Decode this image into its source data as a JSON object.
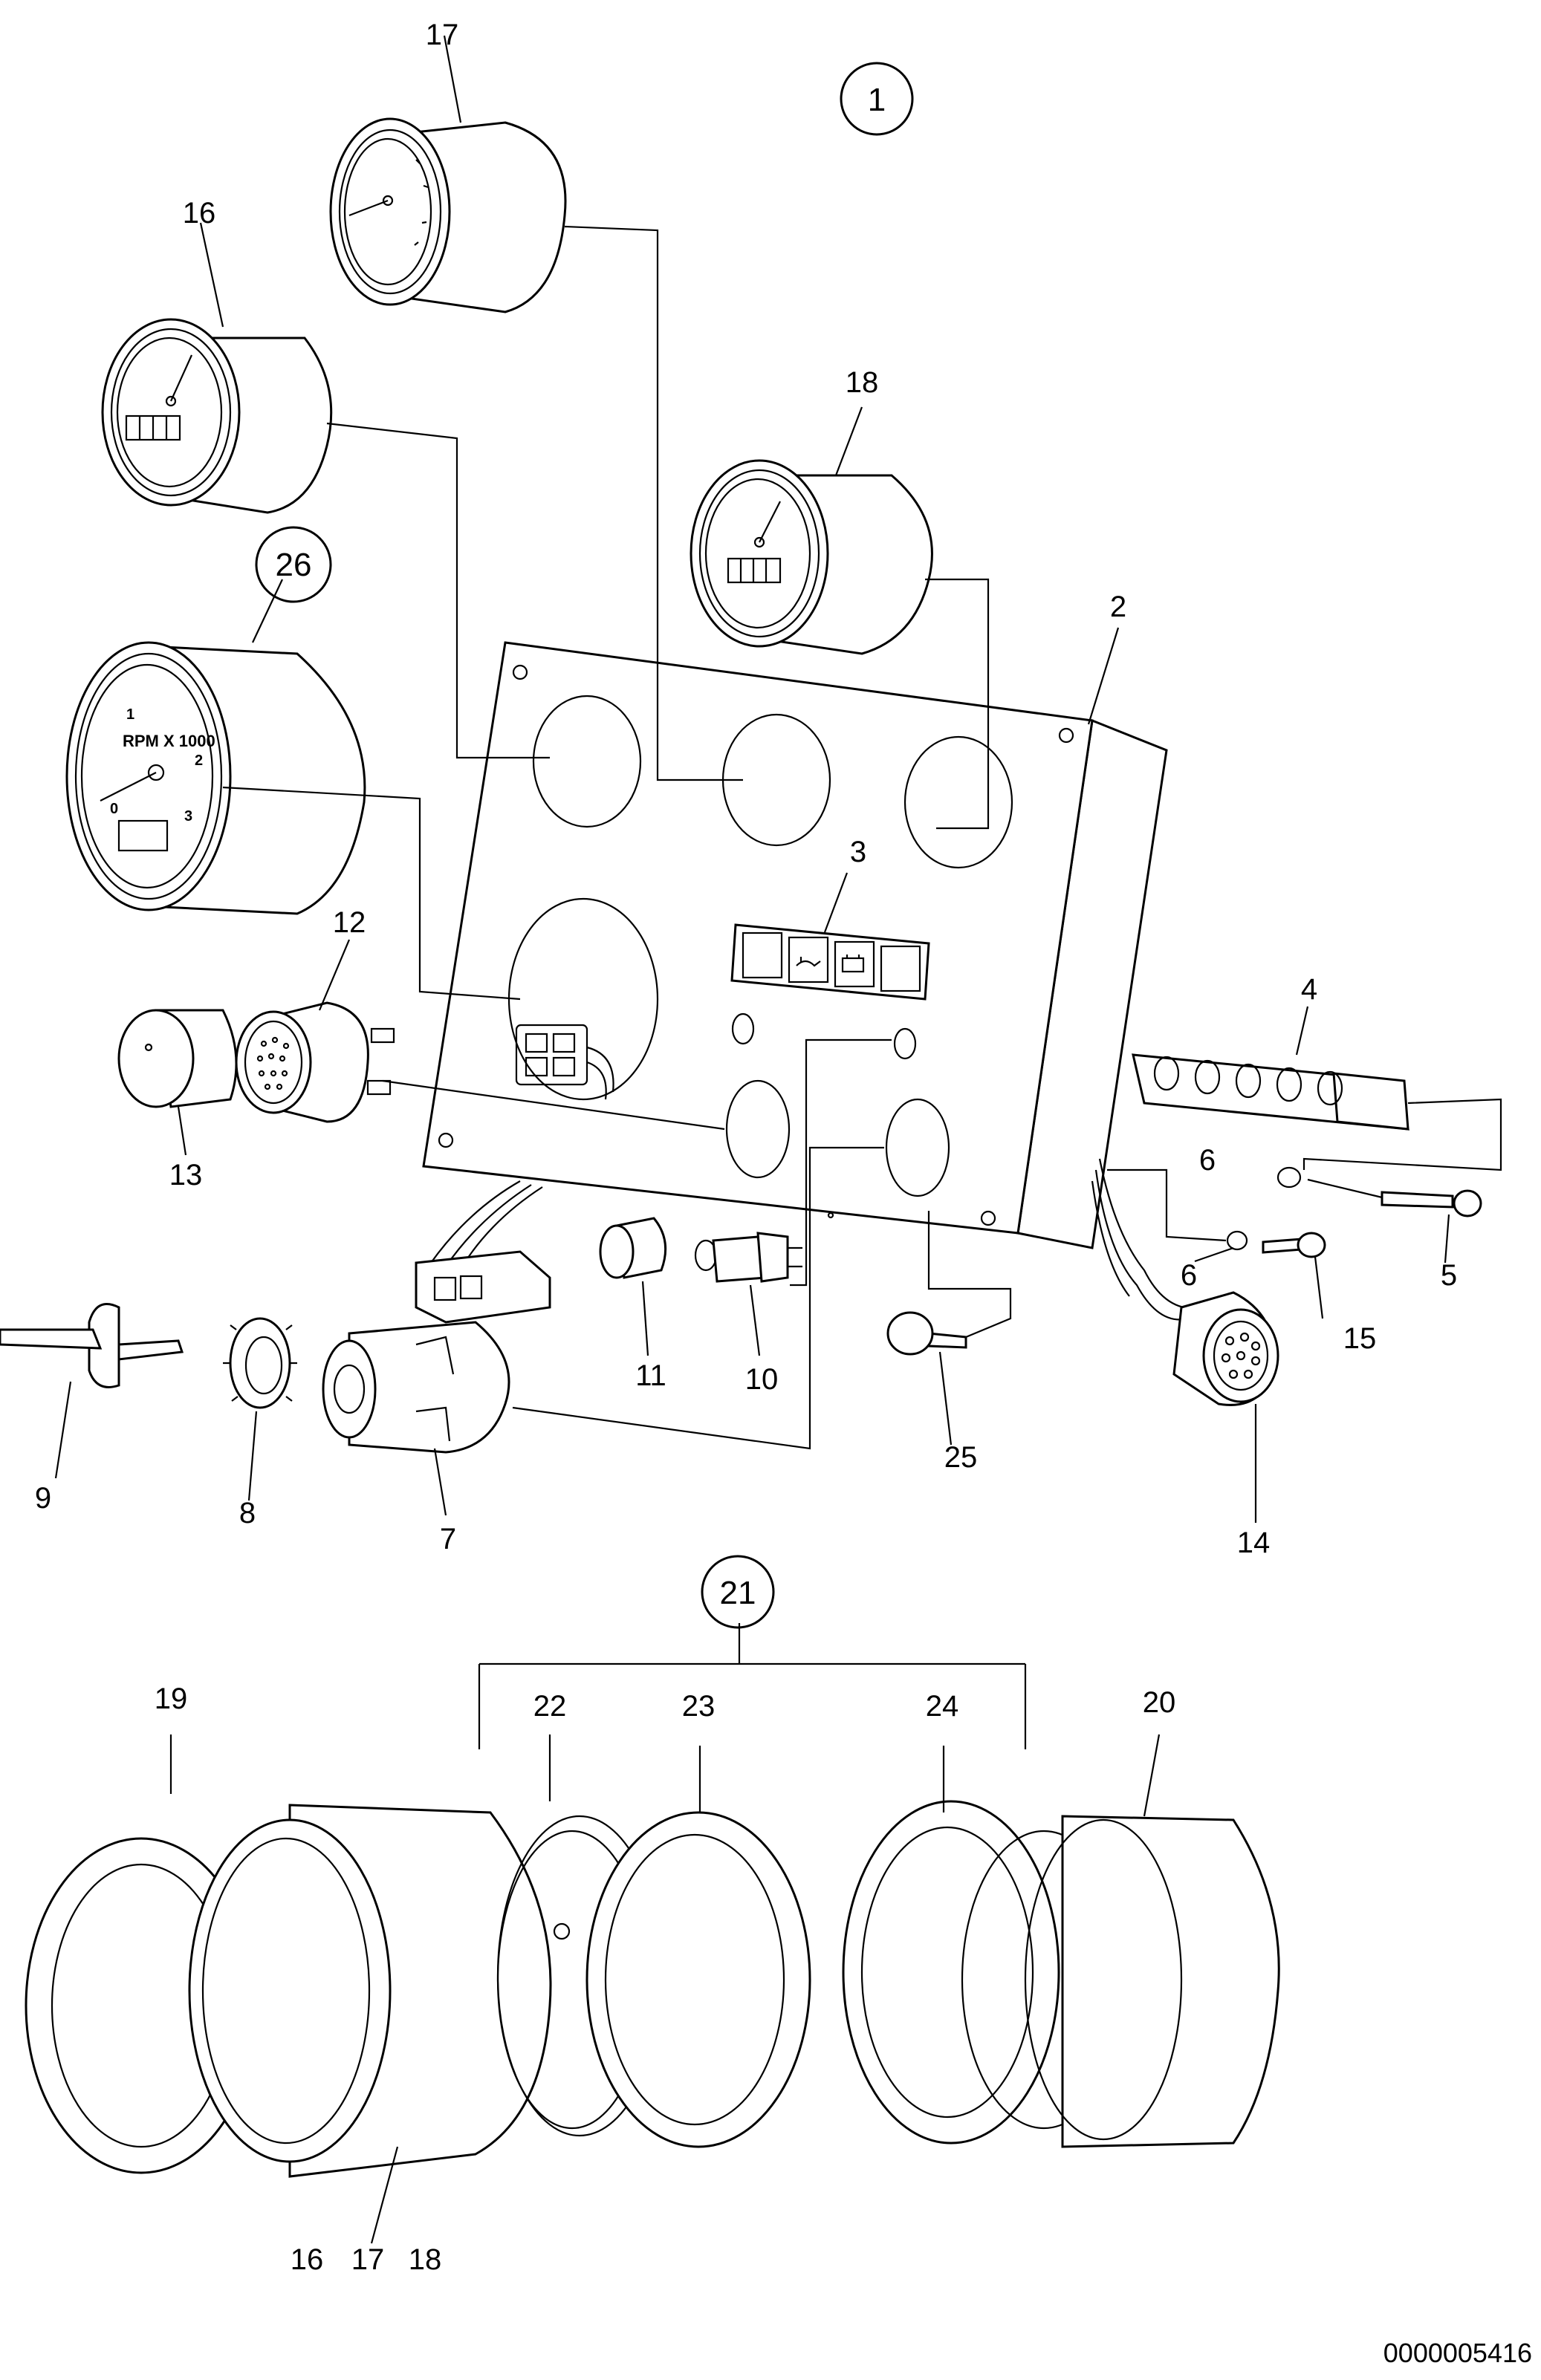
{
  "diagram": {
    "callouts": {
      "c1": "1",
      "c2": "2",
      "c3": "3",
      "c4": "4",
      "c5": "5",
      "c6a": "6",
      "c6b": "6",
      "c7": "7",
      "c8": "8",
      "c9": "9",
      "c10": "10",
      "c11": "11",
      "c12": "12",
      "c13": "13",
      "c14": "14",
      "c15": "15",
      "c16": "16",
      "c17": "17",
      "c18": "18",
      "c19": "19",
      "c20": "20",
      "c21": "21",
      "c22": "22",
      "c23": "23",
      "c24": "24",
      "c25": "25",
      "c26": "26",
      "bottom16": "16",
      "bottom17": "17",
      "bottom18": "18"
    },
    "dial_text": {
      "rpm": "RPM X 1000",
      "t0": "0",
      "t1": "1",
      "t2": "2",
      "t3": "3"
    },
    "drawing_number": "0000005416"
  }
}
